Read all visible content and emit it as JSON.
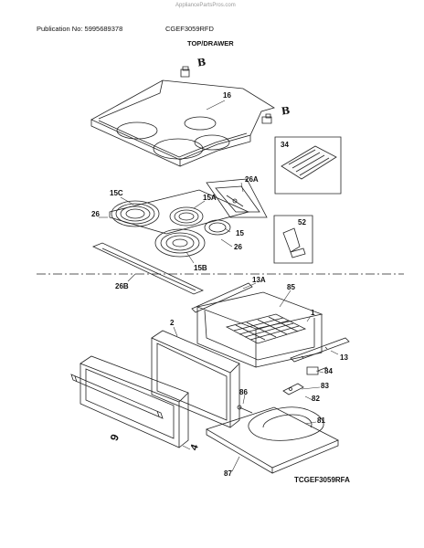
{
  "watermark": "AppliancePartsPros.com",
  "header": {
    "publication": "Publication No: 5995689378",
    "model": "CGEF3059RFD",
    "section_title": "TOP/DRAWER"
  },
  "callouts": {
    "c16": "16",
    "c34": "34",
    "c26A": "26A",
    "c15C": "15C",
    "c15A": "15A",
    "c26a": "26",
    "c15": "15",
    "c52": "52",
    "c26b": "26",
    "c15B": "15B",
    "c26B": "26B",
    "c13A": "13A",
    "c85": "85",
    "c2": "2",
    "c1": "1",
    "c13": "13",
    "c84": "84",
    "c83": "83",
    "c86": "86",
    "c82": "82",
    "c81": "81",
    "c87": "87",
    "c4": "4"
  },
  "stamps": {
    "b1": "B",
    "b2": "B",
    "nine": "9"
  },
  "footer": {
    "drawing_code": "TCGEF3059RFA"
  }
}
